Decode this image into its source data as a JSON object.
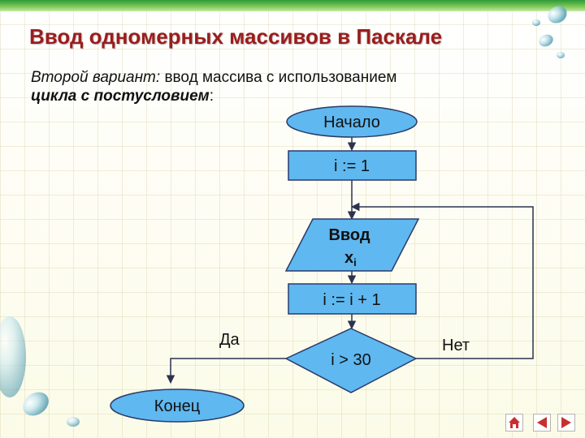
{
  "title": "Ввод одномерных массивов в Паскале",
  "subtitle": {
    "italic_part": "Второй вариант:",
    "normal_part": " ввод массива с использованием",
    "bold_part": "цикла с постусловием",
    "colon": ":"
  },
  "flowchart": {
    "start": "Начало",
    "init": "i := 1",
    "input_line1": "Ввод",
    "input_var": "x",
    "input_sub": "i",
    "increment": "i := i + 1",
    "condition": "i > 30",
    "yes_label": "Да",
    "no_label": "Нет",
    "end": "Конец"
  },
  "colors": {
    "title": "#9a1d1d",
    "shape_fill": "#5fb8f0",
    "shape_stroke": "#2a3b6a",
    "connector": "#2b3350",
    "nav_icon": "#c83030"
  },
  "nav": {
    "home": "home-icon",
    "prev": "arrow-left-icon",
    "next": "arrow-right-icon"
  }
}
